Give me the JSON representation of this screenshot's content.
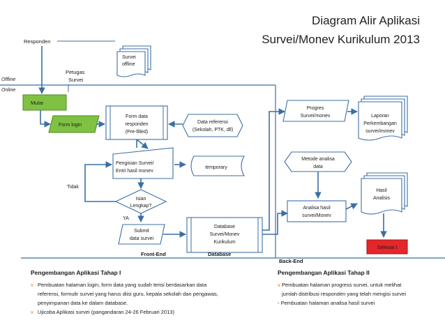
{
  "title": {
    "line1": "Diagram Alir Aplikasi",
    "line2": "Survei/Monev Kurikulum 2013"
  },
  "actors": {
    "responden": "Responden",
    "petugas_line1": "Petugas",
    "petugas_line2": "Survei"
  },
  "modes": {
    "offline": "Offline",
    "online": "Online"
  },
  "nodes": {
    "survei_offline_line1": "Survei",
    "survei_offline_line2": "offline",
    "mulai": "Mulai",
    "form_login": "Form login",
    "form_data_line1": "Form data",
    "form_data_line2": "responden",
    "form_data_line3": "(Pre-filled)",
    "data_referensi_line1": "Data referensi",
    "data_referensi_line2": "(Sekolah, PTK, dll)",
    "pengisian_line1": "Pengisian Survei/",
    "pengisian_line2": "Entri hasil monev",
    "temporary": "temporary",
    "isian_line1": "Isian",
    "isian_line2": "Lengkap?",
    "tidak": "Tidak",
    "ya": "YA",
    "submit_line1": "Submit",
    "submit_line2": "data survei",
    "database_line1": "Database",
    "database_line2": "Survei/Monev",
    "database_line3": "Kurikulum",
    "progres_line1": "Progres",
    "progres_line2": "Survei/monev",
    "laporan_line1": "Laporan",
    "laporan_line2": "Perkembangan",
    "laporan_line3": "survei/monev",
    "metode_line1": "Metode analisa",
    "metode_line2": "data",
    "hasil_line1": "Hasil",
    "hasil_line2": "Analisis",
    "analisa_line1": "Analisa hasil",
    "analisa_line2": "survei/Monev",
    "selesai": "Selesai I"
  },
  "zones": {
    "front_end": "Front-End",
    "database": "Database",
    "back_end": "Back-End"
  },
  "phase1": {
    "title": "Pengembangan Aplikasi Tahap I",
    "bullet": "v",
    "item1_line1": "Pembuatan halaman login, form data yang sudah terisi berdasarkan data",
    "item1_line2": "referensi, formulir survei yang harus diisi guru, kepala sekolah dan pengawas,",
    "item1_line3": "penyimpanan data ke dalam database.",
    "item2": "Ujicoba  Aplikasi survei (pangandaran 24-26 Februari 2013)"
  },
  "phase2": {
    "title": "Pengembangan Aplikasi Tahap II",
    "bullet": "v",
    "item1_line1": "Pembuatan halaman progress survei, untuk melihat",
    "item1_line2": "jumlah distribusi responden yang telah mengisi survei",
    "item2": "- Pembuatan halaman analisa hasil survei"
  },
  "colors": {
    "line": "#3b6ea5",
    "start": "#7fc243",
    "end": "#e5262b",
    "check": "#e8741a"
  }
}
